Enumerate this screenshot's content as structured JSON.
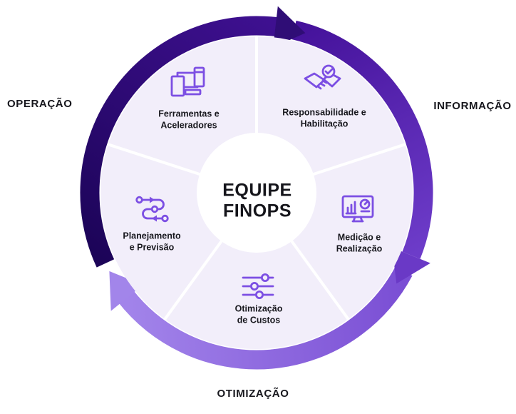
{
  "center": {
    "line1": "EQUIPE",
    "line2": "FINOPS"
  },
  "outer_labels": {
    "left": "OPERAÇÃO",
    "right": "INFORMAÇÃO",
    "bottom": "OTIMIZAÇÃO"
  },
  "segments": [
    {
      "id": "ferramentas-aceleradores",
      "icon": "devices-icon",
      "line1": "Ferramentas e",
      "line2": "Aceleradores"
    },
    {
      "id": "responsabilidade-habilitacao",
      "icon": "handshake-check-icon",
      "line1": "Responsabilidade e",
      "line2": "Habilitação"
    },
    {
      "id": "medicao-realizacao",
      "icon": "monitor-chart-icon",
      "line1": "Medição e",
      "line2": "Realização"
    },
    {
      "id": "otimizacao-custos",
      "icon": "sliders-icon",
      "line1": "Otimização",
      "line2": "de Custos"
    },
    {
      "id": "planejamento-previsao",
      "icon": "route-icon",
      "line1": "Planejamento",
      "line2": "e Previsão"
    }
  ],
  "colors": {
    "background": "#ffffff",
    "slice_fill": "#f2eefa",
    "divider": "#ffffff",
    "icon_stroke": "#7c4fe3",
    "text_dark": "#17171d",
    "arc_dark_start": "#1c0458",
    "arc_dark_end": "#3e1090",
    "arrow_dark": "#2f0d76",
    "arc_mid_start": "#45129b",
    "arc_mid_end": "#6d3cc9",
    "arrow_mid": "#6a39c6",
    "arc_light_start": "#7a4ed4",
    "arc_light_end": "#a284ea",
    "arrow_light": "#a285ea"
  }
}
